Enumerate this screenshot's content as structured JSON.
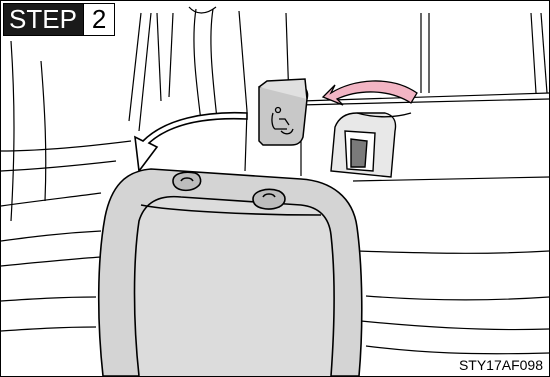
{
  "step": {
    "label": "STEP",
    "number": "2"
  },
  "figure_code": "STY17AF098",
  "colors": {
    "seat_fill": "#d4d4d4",
    "cover_fill": "#c8c8c8",
    "arrow_pink": "#f2b5c4",
    "arrow_gray": "#e6e6e6",
    "badge_bg": "#1a1a1a"
  },
  "icons": {
    "cover_symbol": "child-seat-anchor-icon",
    "arrow_remove": "curved-arrow-icon",
    "arrow_fold": "curved-arrow-icon"
  }
}
